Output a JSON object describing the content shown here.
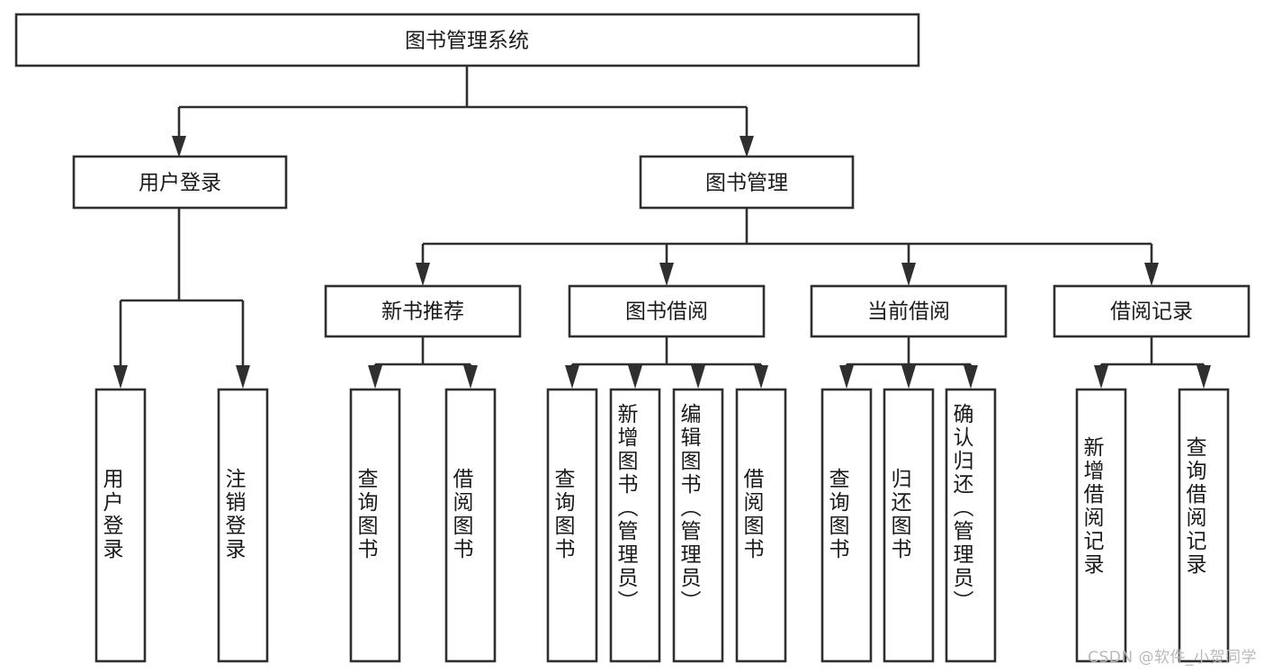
{
  "diagram": {
    "title": "图书管理系统",
    "type": "tree-hierarchy",
    "watermark": "CSDN @软件_小贺同学",
    "colors": {
      "background": "#ffffff",
      "box_fill": "#ffffff",
      "box_stroke": "#2f2f2f",
      "text": "#1a1a1a",
      "watermark": "#b9b9b9"
    },
    "root": {
      "label": "图书管理系统",
      "orientation": "horizontal"
    },
    "level2": [
      {
        "label": "用户登录",
        "orientation": "horizontal"
      },
      {
        "label": "图书管理",
        "orientation": "horizontal"
      }
    ],
    "level3": [
      {
        "label": "新书推荐",
        "orientation": "horizontal"
      },
      {
        "label": "图书借阅",
        "orientation": "horizontal"
      },
      {
        "label": "当前借阅",
        "orientation": "horizontal"
      },
      {
        "label": "借阅记录",
        "orientation": "horizontal"
      }
    ],
    "leaves": [
      {
        "label": "用户登录",
        "parent": "用户登录",
        "orientation": "vertical"
      },
      {
        "label": "注销登录",
        "parent": "用户登录",
        "orientation": "vertical"
      },
      {
        "label": "查询图书",
        "parent": "新书推荐",
        "orientation": "vertical"
      },
      {
        "label": "借阅图书",
        "parent": "新书推荐",
        "orientation": "vertical"
      },
      {
        "label": "查询图书",
        "parent": "图书借阅",
        "orientation": "vertical"
      },
      {
        "label": "新增图书（管理员）",
        "parent": "图书借阅",
        "orientation": "vertical"
      },
      {
        "label": "编辑图书（管理员）",
        "parent": "图书借阅",
        "orientation": "vertical"
      },
      {
        "label": "借阅图书",
        "parent": "图书借阅",
        "orientation": "vertical"
      },
      {
        "label": "查询图书",
        "parent": "当前借阅",
        "orientation": "vertical"
      },
      {
        "label": "归还图书",
        "parent": "当前借阅",
        "orientation": "vertical"
      },
      {
        "label": "确认归还（管理员）",
        "parent": "当前借阅",
        "orientation": "vertical"
      },
      {
        "label": "新增借阅记录",
        "parent": "借阅记录",
        "orientation": "vertical"
      },
      {
        "label": "查询借阅记录",
        "parent": "借阅记录",
        "orientation": "vertical"
      }
    ]
  }
}
